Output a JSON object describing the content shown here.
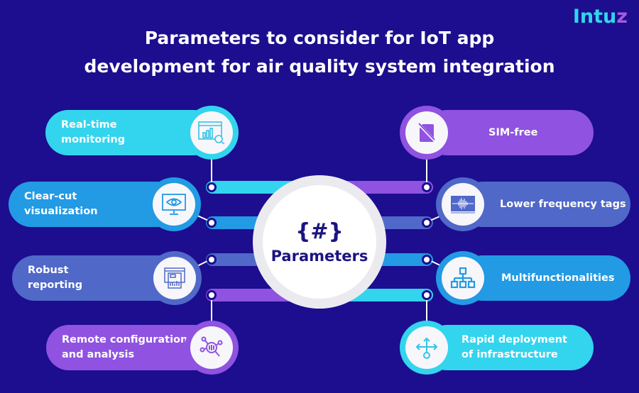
{
  "brand": {
    "logo_main": "Intu",
    "logo_accent": "z"
  },
  "title": {
    "line1": "Parameters to consider for IoT app",
    "line2": "development for air quality system integration"
  },
  "center": {
    "symbol": "{#}",
    "label": "Parameters"
  },
  "colors": {
    "background": "#1c0e8e",
    "cyan": "#33d4ee",
    "blue": "#229ae4",
    "slate": "#5068c8",
    "purple": "#9052e0",
    "icon_bg": "#f7f7fb",
    "center_text": "#1c1480"
  },
  "left_items": [
    {
      "label": "Real-time\nmonitoring",
      "icon": "dashboard-search-icon",
      "color": "#33d4ee"
    },
    {
      "label": "Clear-cut\nvisualization",
      "icon": "monitor-eye-icon",
      "color": "#229ae4"
    },
    {
      "label": "Robust\nreporting",
      "icon": "report-window-icon",
      "color": "#5068c8"
    },
    {
      "label": "Remote configuration\nand analysis",
      "icon": "network-analysis-icon",
      "color": "#9052e0"
    }
  ],
  "right_items": [
    {
      "label": "SIM-free",
      "icon": "no-sim-icon",
      "color": "#9052e0"
    },
    {
      "label": "Lower frequency tags",
      "icon": "frequency-wave-icon",
      "color": "#5068c8"
    },
    {
      "label": "Multifunctionalities",
      "icon": "hierarchy-icon",
      "color": "#229ae4"
    },
    {
      "label": "Rapid deployment\nof infrastructure",
      "icon": "deploy-arrows-icon",
      "color": "#33d4ee"
    }
  ]
}
